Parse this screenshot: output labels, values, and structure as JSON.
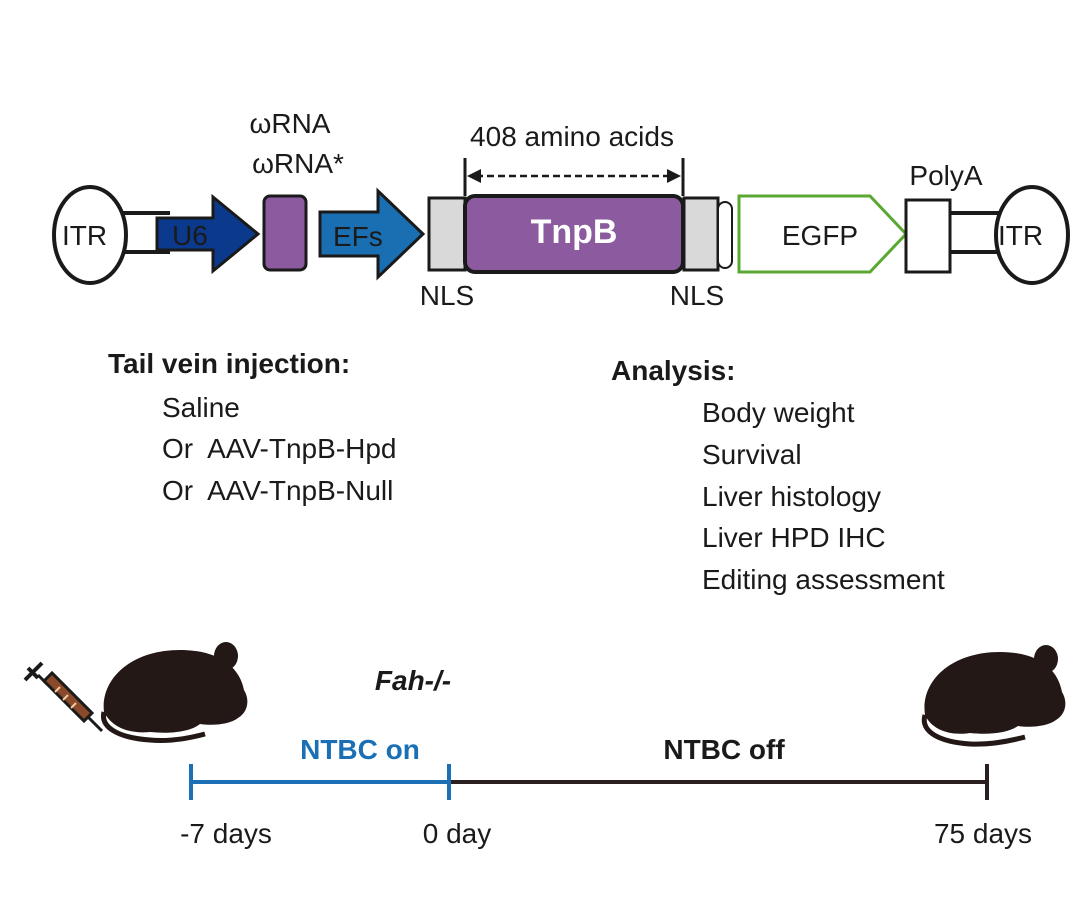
{
  "construct": {
    "itr_left": "ITR",
    "itr_right": "ITR",
    "u6": "U6",
    "omega_rna_1": "ωRNA",
    "omega_rna_2": "ωRNA*",
    "efs": "EFs",
    "aa_label": "408 amino acids",
    "tnpb": "TnpB",
    "nls_left": "NLS",
    "nls_right": "NLS",
    "egfp": "EGFP",
    "polya": "PolyA"
  },
  "injection": {
    "heading": "Tail vein injection:",
    "items": [
      "Saline",
      "Or  AAV-TnpB-Hpd",
      "Or  AAV-TnpB-Null"
    ]
  },
  "analysis": {
    "heading": "Analysis:",
    "items": [
      "Body weight",
      "Survival",
      "Liver histology",
      "Liver HPD IHC",
      "Editing assessment"
    ]
  },
  "timeline": {
    "genotype": "Fah-/-",
    "ntbc_on": "NTBC on",
    "ntbc_off": "NTBC off",
    "t_start": "-7 days",
    "t_mid": "0 day",
    "t_end": "75 days"
  },
  "colors": {
    "u6": "#0b3a8c",
    "efs": "#1a6fb3",
    "omega": "#8c5a9e",
    "tnpb": "#8c5a9e",
    "nls": "#d9d9d9",
    "egfp_border": "#5aa832",
    "ntbc_on": "#1b6fb5",
    "ntbc_off": "#2b1f1f"
  }
}
